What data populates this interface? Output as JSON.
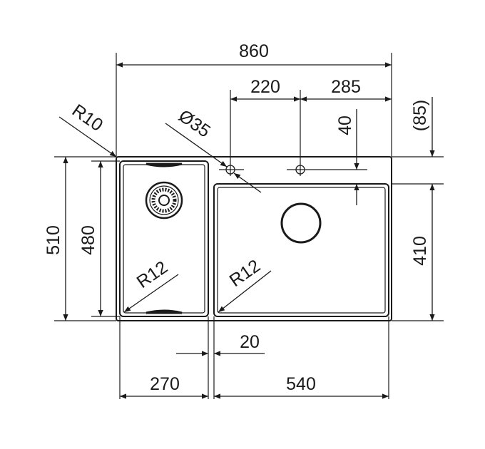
{
  "drawing": {
    "title": "Sink dimension drawing",
    "colors": {
      "line": "#1a1a1a",
      "background": "#ffffff"
    },
    "dimensions": {
      "overall_width": "860",
      "tap_hole_spacing": "220",
      "tap_hole_to_right_edge": "285",
      "tap_hole_offset": "40",
      "top_to_bowl": "(85)",
      "overall_depth": "510",
      "small_bowl_depth": "480",
      "large_bowl_depth": "410",
      "small_bowl_width": "270",
      "large_bowl_width": "540",
      "bowl_gap": "20",
      "outer_corner_radius": "R10",
      "small_bowl_corner_radius": "R12",
      "large_bowl_corner_radius": "R12",
      "tap_hole_diameter": "Ø35"
    }
  }
}
